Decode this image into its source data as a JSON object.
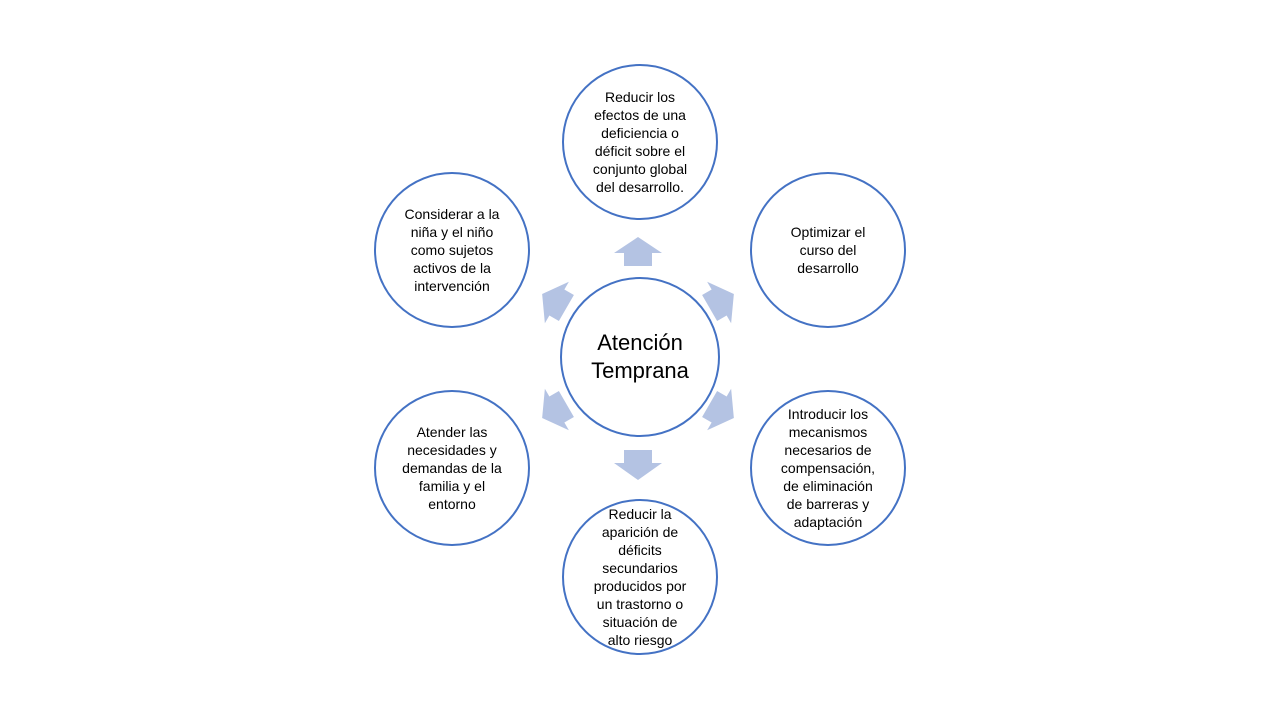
{
  "diagram": {
    "center": "Atención\nTemprana",
    "nodes": [
      "Reducir los\nefectos de una\ndeficiencia o\ndéficit sobre el\nconjunto global\ndel desarrollo.",
      "Optimizar el\ncurso del\ndesarrollo",
      "Introducir los\nmecanismos\nnecesarios de\ncompensación,\nde eliminación\nde barreras y\nadaptación",
      "Reducir la\naparición de\ndéficits\nsecundarios\nproducidos por\nun trastorno o\nsituación de\nalto riesgo",
      "Atender las\nnecesidades y\ndemandas de la\nfamilia y el\nentorno",
      "Considerar a la\nniña y el niño\ncomo sujetos\nactivos de la\nintervención"
    ]
  },
  "colors": {
    "circle_border": "#4472c4",
    "arrow_fill": "#b4c3e3"
  }
}
